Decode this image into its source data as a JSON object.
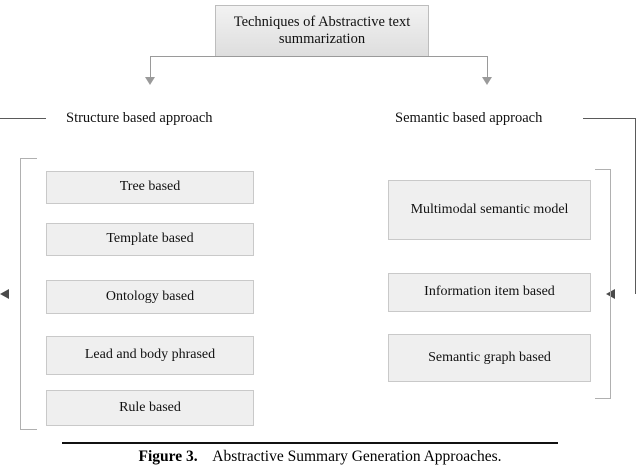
{
  "figure": {
    "root": {
      "label": "Techniques of Abstractive text summarization"
    },
    "branches": [
      {
        "id": "structure",
        "label": "Structure based approach",
        "items": [
          "Tree based",
          "Template based",
          "Ontology based",
          "Lead and body phrased",
          "Rule based"
        ]
      },
      {
        "id": "semantic",
        "label": "Semantic based approach",
        "items": [
          "Multimodal semantic model",
          "Information item based",
          "Semantic graph based"
        ]
      }
    ],
    "caption": {
      "number": "Figure 3.",
      "text": "Abstractive Summary Generation Approaches."
    },
    "colors": {
      "box_fill": "#efefef",
      "box_border": "#c9c9c9",
      "root_fill": "#e7e7e7",
      "root_border": "#bdbdbd",
      "connector": "#9a9a9a",
      "bracket": "#b0b0b0",
      "arrow_dark": "#4a4a4a",
      "text": "#111111",
      "background": "#ffffff"
    }
  }
}
